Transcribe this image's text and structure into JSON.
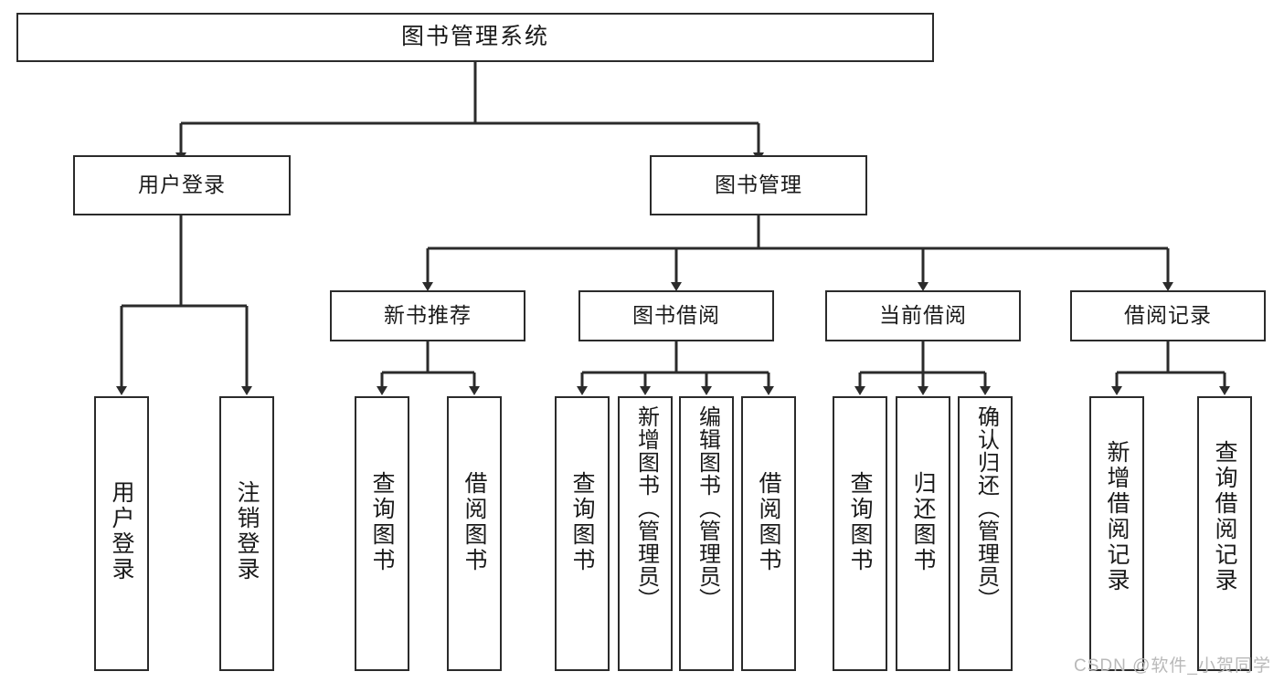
{
  "diagram": {
    "type": "tree-hierarchy",
    "orientation": "top-down",
    "background_color": "#ffffff",
    "line_color": "#2b2b2b",
    "text_color": "#1a1a1a",
    "root": {
      "id": "root",
      "label": "图书管理系统"
    },
    "level2": [
      {
        "id": "user-login",
        "label": "用户登录"
      },
      {
        "id": "book-manage",
        "label": "图书管理"
      }
    ],
    "level3": [
      {
        "id": "new-book-recommend",
        "label": "新书推荐",
        "parent": "book-manage"
      },
      {
        "id": "book-borrow",
        "label": "图书借阅",
        "parent": "book-manage"
      },
      {
        "id": "current-borrow",
        "label": "当前借阅",
        "parent": "book-manage"
      },
      {
        "id": "borrow-record",
        "label": "借阅记录",
        "parent": "book-manage"
      }
    ],
    "leaves": {
      "user-login": [
        {
          "id": "leaf-user-login",
          "label": "用户登录"
        },
        {
          "id": "leaf-logout",
          "label": "注销登录"
        }
      ],
      "new-book-recommend": [
        {
          "id": "leaf-query-book-1",
          "label": "查询图书"
        },
        {
          "id": "leaf-borrow-book-1",
          "label": "借阅图书"
        }
      ],
      "book-borrow": [
        {
          "id": "leaf-query-book-2",
          "label": "查询图书"
        },
        {
          "id": "leaf-add-book",
          "label": "新增图书（管理员）"
        },
        {
          "id": "leaf-edit-book",
          "label": "编辑图书（管理员）"
        },
        {
          "id": "leaf-borrow-book-2",
          "label": "借阅图书"
        }
      ],
      "current-borrow": [
        {
          "id": "leaf-query-book-3",
          "label": "查询图书"
        },
        {
          "id": "leaf-return-book",
          "label": "归还图书"
        },
        {
          "id": "leaf-confirm-return",
          "label": "确认归还（管理员）"
        }
      ],
      "borrow-record": [
        {
          "id": "leaf-add-record",
          "label": "新增借阅记录"
        },
        {
          "id": "leaf-query-record",
          "label": "查询借阅记录"
        }
      ]
    }
  },
  "watermark": {
    "text": "CSDN @软件_小贺同学"
  }
}
